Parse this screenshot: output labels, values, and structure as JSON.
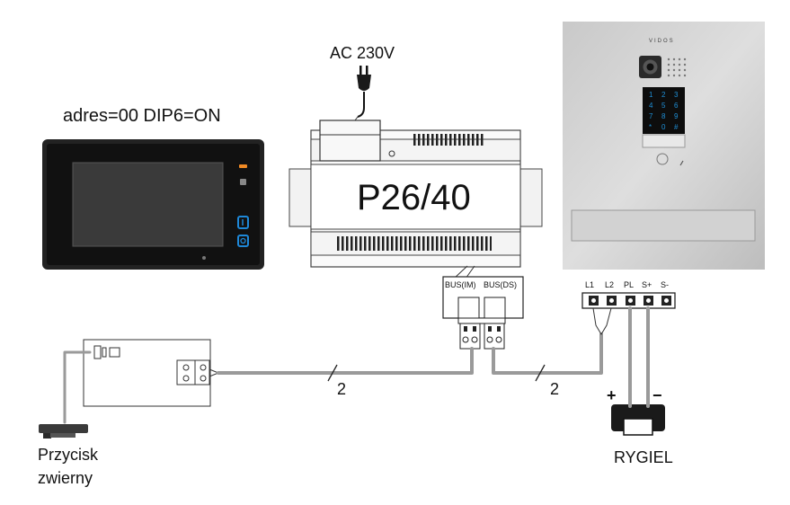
{
  "labels": {
    "monitor_address": "adres=00 DIP6=ON",
    "power": "AC 230V",
    "supply_model": "P26/40",
    "bus_im": "BUS(IM)",
    "bus_ds": "BUS(DS)",
    "terminals": [
      "L1",
      "L2",
      "PL",
      "S+",
      "S-"
    ],
    "wire_count_left": "2",
    "wire_count_right": "2",
    "plus": "+",
    "minus": "−",
    "lock": "RYGIEL",
    "button_line1": "Przycisk",
    "button_line2": "zwierny",
    "brand": "VIDOS",
    "keypad": [
      "1",
      "2",
      "3",
      "4",
      "5",
      "6",
      "7",
      "8",
      "9",
      "*",
      "0",
      "#"
    ]
  },
  "colors": {
    "indicator_orange": "#f08a24",
    "touch_blue": "#1e88d8",
    "wire_gray": "#9a9a9a",
    "keypad_blue": "#1f8fd6"
  },
  "icons": {
    "monitor_status": "status-led-icon",
    "monitor_message": "message-icon",
    "monitor_door": "door-icon",
    "monitor_monitor": "monitor-icon",
    "plug": "power-plug-icon"
  }
}
